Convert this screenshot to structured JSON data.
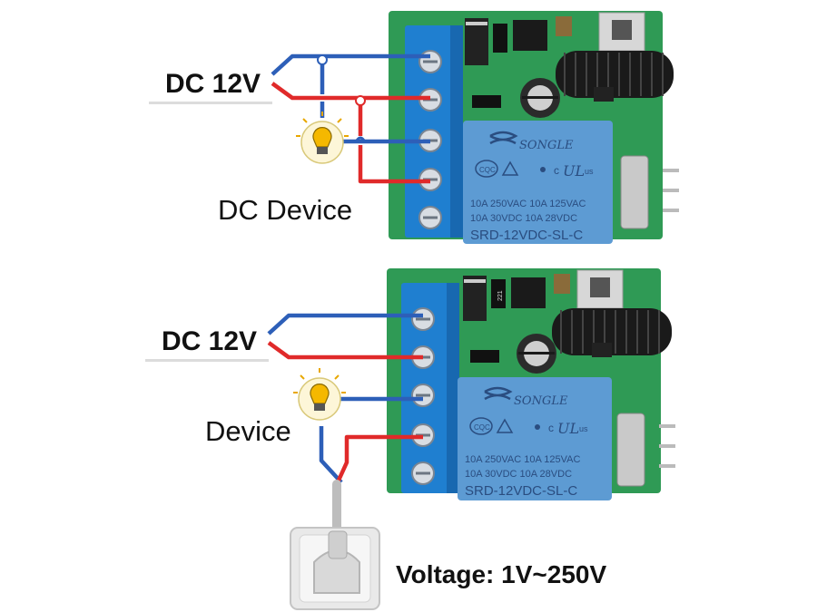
{
  "top_panel": {
    "power_label": "DC 12V",
    "device_label": "DC Device",
    "relay": {
      "brand": "SONGLE",
      "rating_line1": "10A 250VAC  10A 125VAC",
      "rating_line2": "10A   30VDC  10A  28VDC",
      "model": "SRD-12VDC-SL-C",
      "cert_left": "CQC",
      "cert_right": "us"
    }
  },
  "bottom_panel": {
    "power_label": "DC 12V",
    "device_label": "Device",
    "voltage_label": "Voltage: 1V~250V",
    "relay": {
      "brand": "SONGLE",
      "rating_line1": "10A 250VAC  10A 125VAC",
      "rating_line2": "10A   30VDC  10A  28VDC",
      "model": "SRD-12VDC-SL-C",
      "cert_left": "CQC",
      "cert_right": "us"
    }
  },
  "board": {
    "resistor_code": "221"
  },
  "colors": {
    "pcb": "#2f9a55",
    "terminal": "#1f7fd0",
    "relay": "#5d9bd3",
    "wire_positive": "#e02a2a",
    "wire_negative": "#2d5fb8"
  },
  "icons": [
    "light-bulb-icon",
    "power-socket-icon"
  ]
}
